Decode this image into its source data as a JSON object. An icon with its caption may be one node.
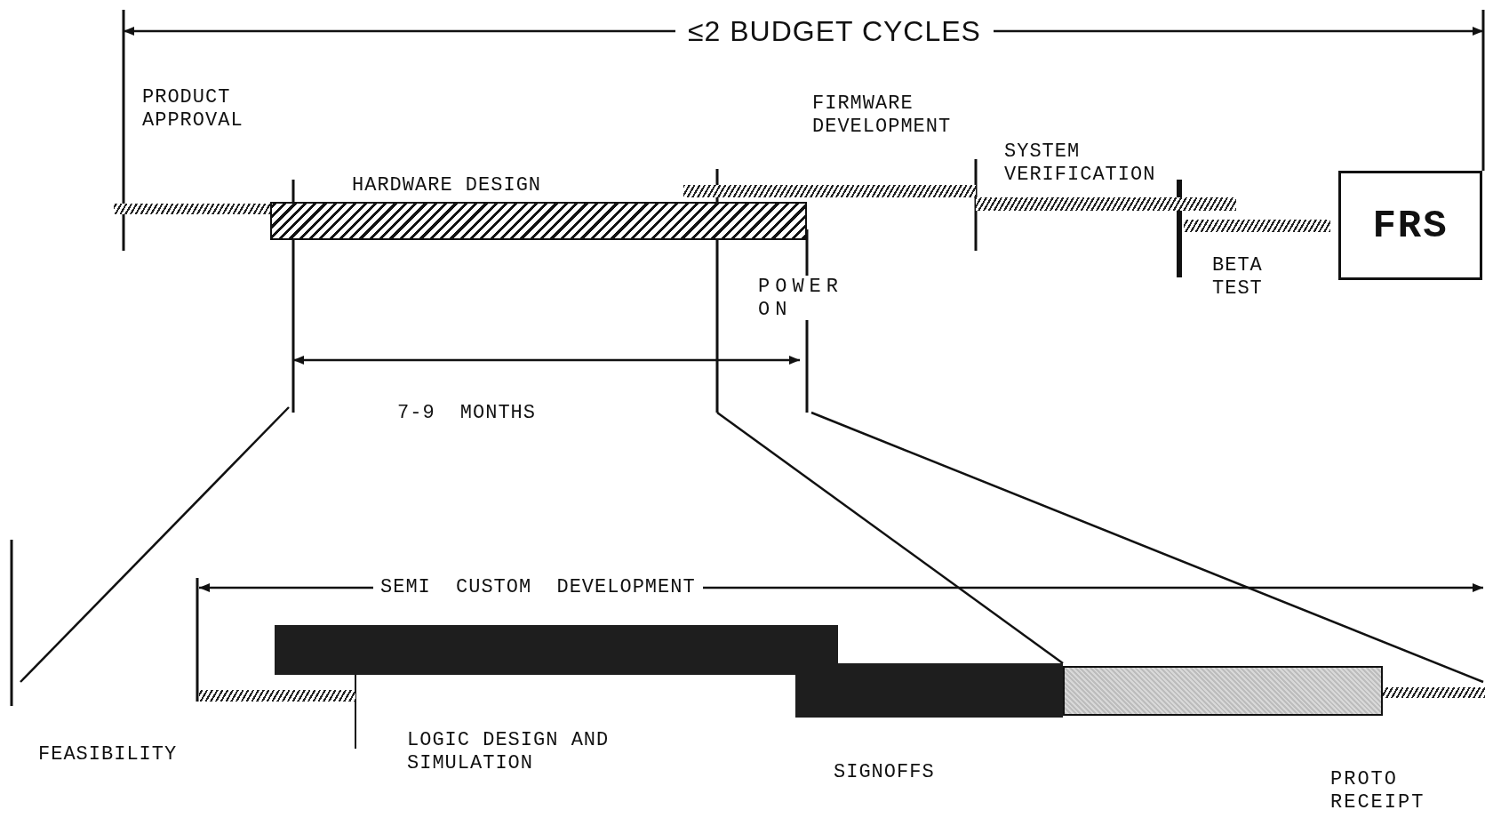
{
  "diagram": {
    "nodes": [
      {
        "text": [
          "HARDWARE DESIGN"
        ]
      },
      {
        "text": [
          "FIRMWARE DEVELOPMENT"
        ]
      },
      {
        "text": [
          "SYSTEM VERIFICATION"
        ]
      },
      {
        "text": [
          "BETA TEST"
        ]
      },
      {
        "text": [
          "FRS"
        ]
      },
      {
        "text": [
          "FEASIBILITY"
        ]
      },
      {
        "text": [
          "LOGIC DESIGN AND SIMULATION"
        ]
      },
      {
        "text": [
          "SIGNOFFS"
        ]
      },
      {
        "text": [],
        "shape": "bar"
      }
    ],
    "edges": [],
    "labels": [
      "≤2 BUDGET CYCLES",
      "PRODUCT APPROVAL",
      "POWER ON",
      "7-9 MONTHS",
      "SEMI CUSTOM DEVELOPMENT",
      "PROTO RECEIPT"
    ]
  }
}
